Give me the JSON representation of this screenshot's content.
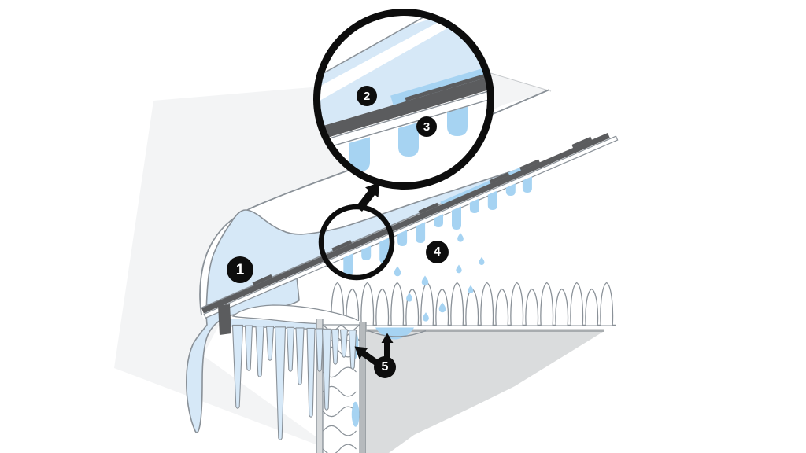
{
  "diagram": {
    "subject": "ice-dam-roof-cross-section-illustration",
    "callouts": [
      {
        "label": "1"
      },
      {
        "label": "2"
      },
      {
        "label": "3"
      },
      {
        "label": "4"
      },
      {
        "label": "5"
      }
    ],
    "colors": {
      "ice": "#D6E8F7",
      "water": "#A6D3F2",
      "shingle": "#5B5C5E",
      "outline": "#8A9198",
      "interior": "#DADCDD",
      "panel": "#F3F4F5",
      "ink": "#0D0D0D",
      "badge_text": "#FFFFFF"
    }
  }
}
